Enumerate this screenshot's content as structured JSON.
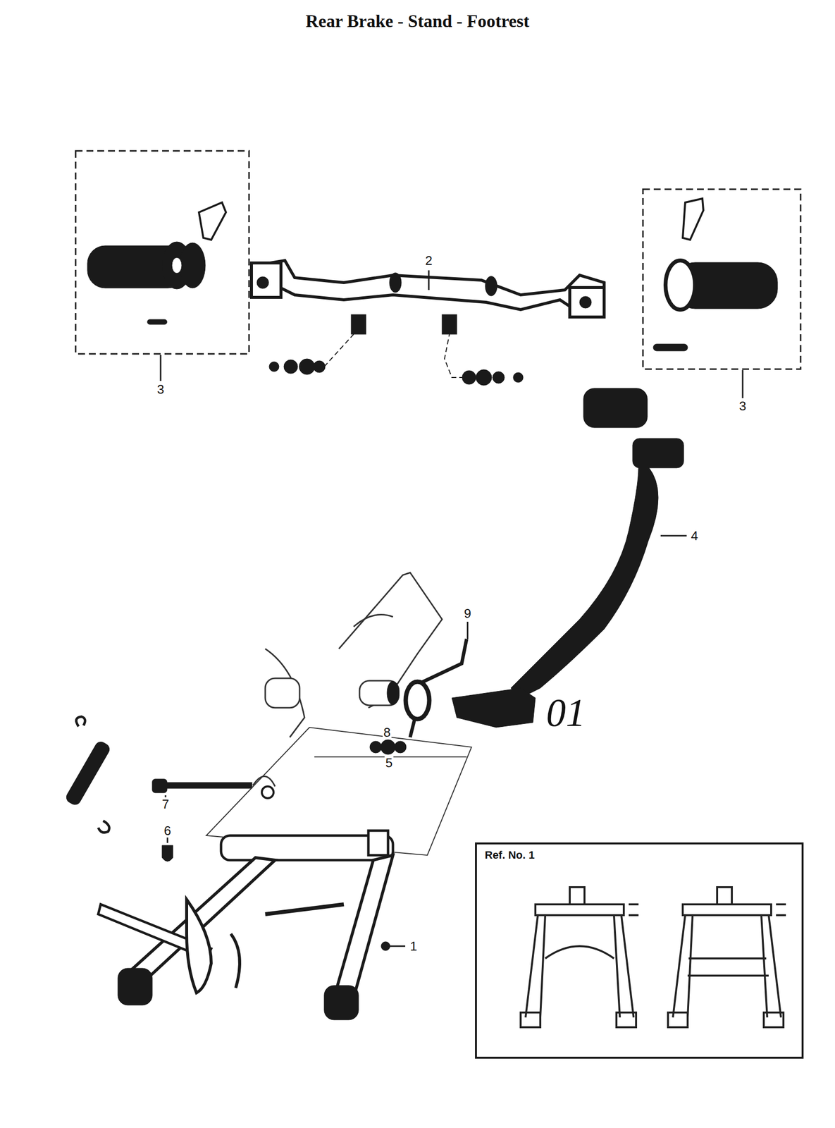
{
  "diagram": {
    "title": "Rear Brake - Stand - Footrest",
    "labels": [
      "2",
      "3",
      "3",
      "4",
      "9",
      "8",
      "5",
      "7",
      "6",
      "1",
      "01",
      "Ref. No. 1"
    ]
  }
}
